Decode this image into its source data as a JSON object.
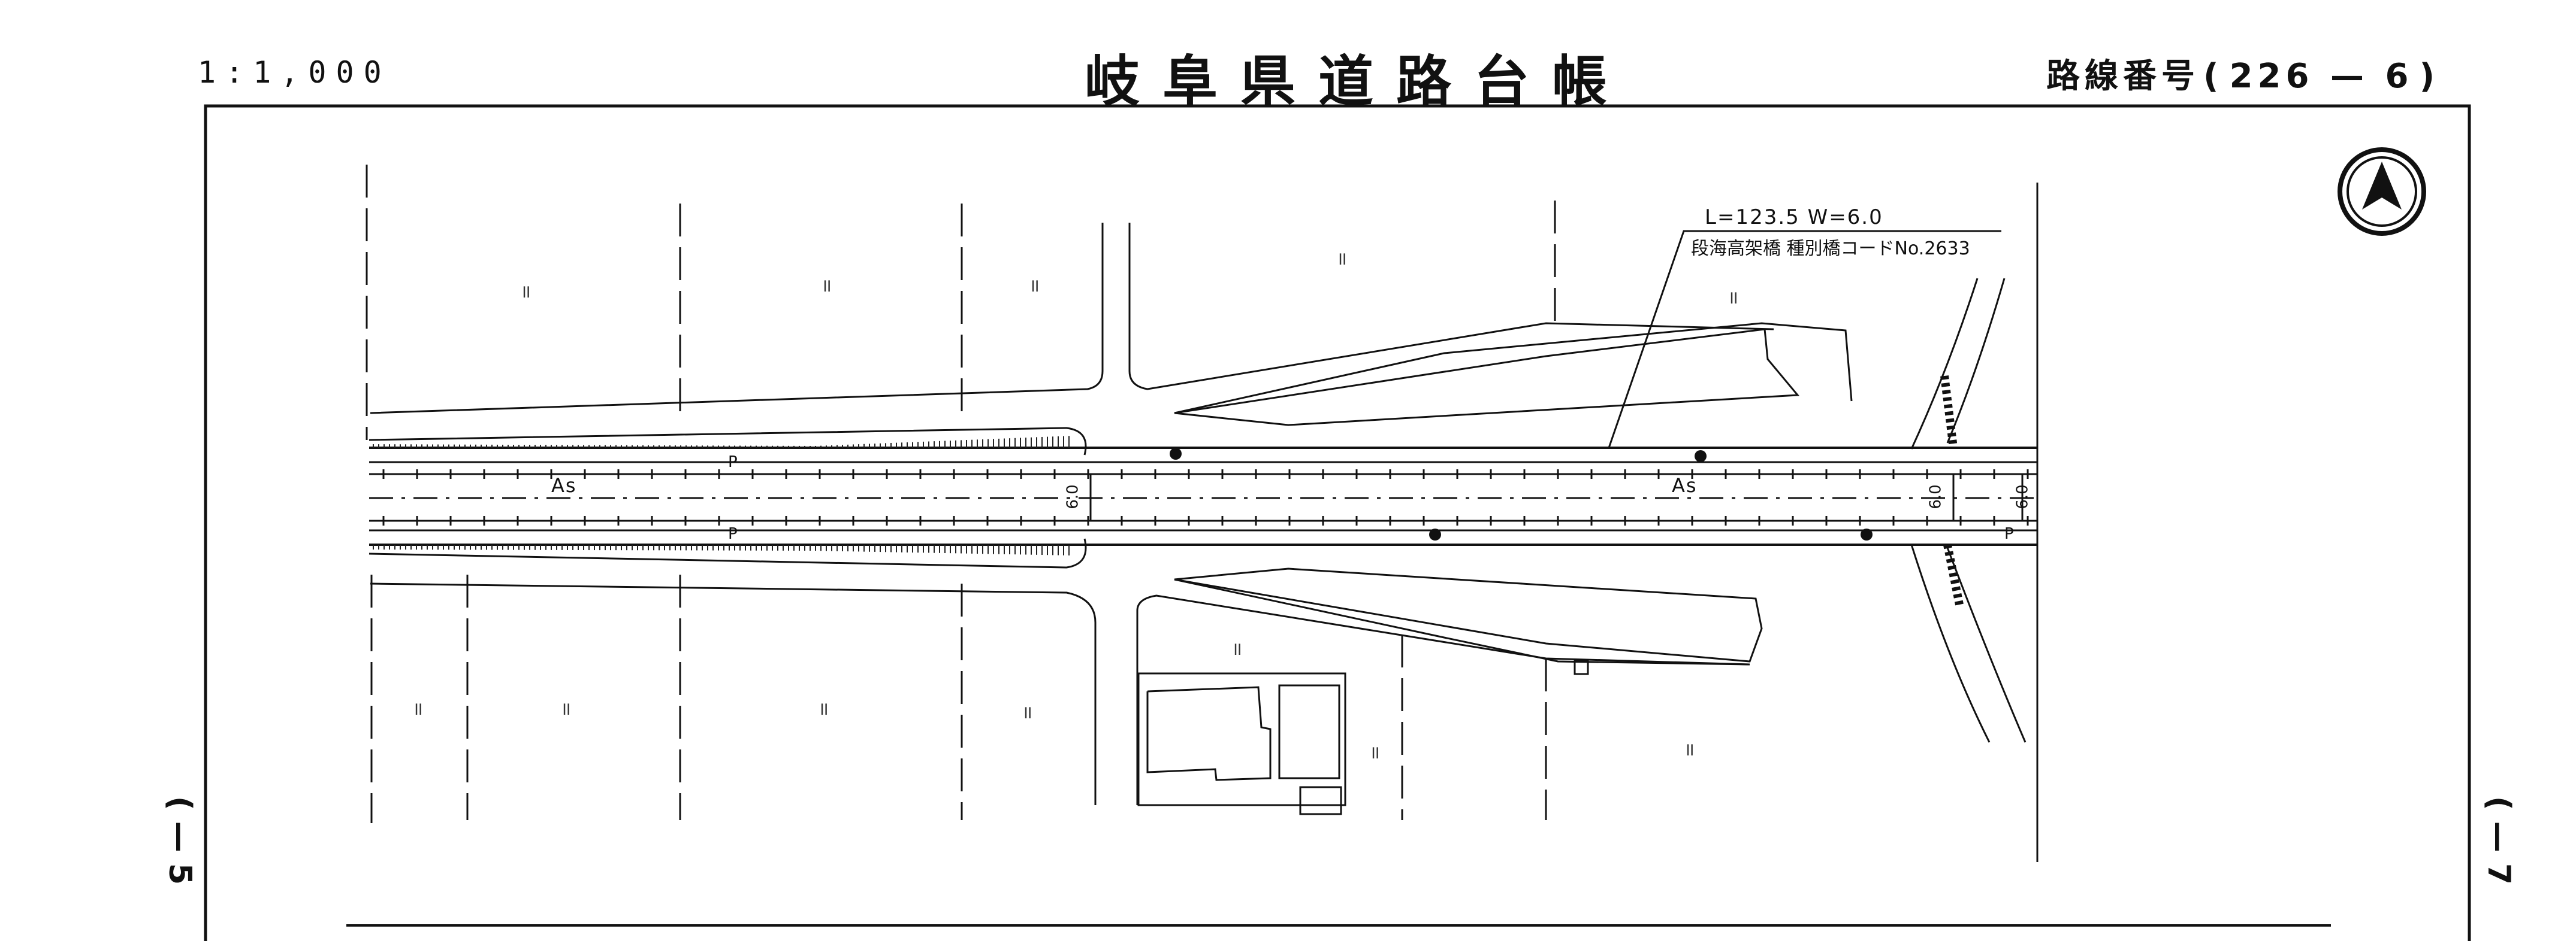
{
  "header": {
    "scale": "1:1,000",
    "title": "岐阜県道路台帳",
    "route_label": "路線番号",
    "route_open": "(",
    "route_value": "226 — 6",
    "route_close": ")"
  },
  "side_refs": {
    "left": "( — 5",
    "right": "( — 7"
  },
  "north_arrow": {
    "icon": "north-arrow-icon"
  },
  "bridge": {
    "dimensions": "L=123.5   W=6.0",
    "name": "段海高架橋  種別橋コードNo.2633"
  },
  "road": {
    "surface_labels": [
      "As",
      "As"
    ],
    "sidewalk_labels": [
      "P",
      "P",
      "P"
    ],
    "width_labels": [
      "6.0",
      "6.0",
      "6.0"
    ]
  },
  "land_use_mark": "॥",
  "colors": {
    "ink": "#111111",
    "paper": "#ffffff"
  }
}
